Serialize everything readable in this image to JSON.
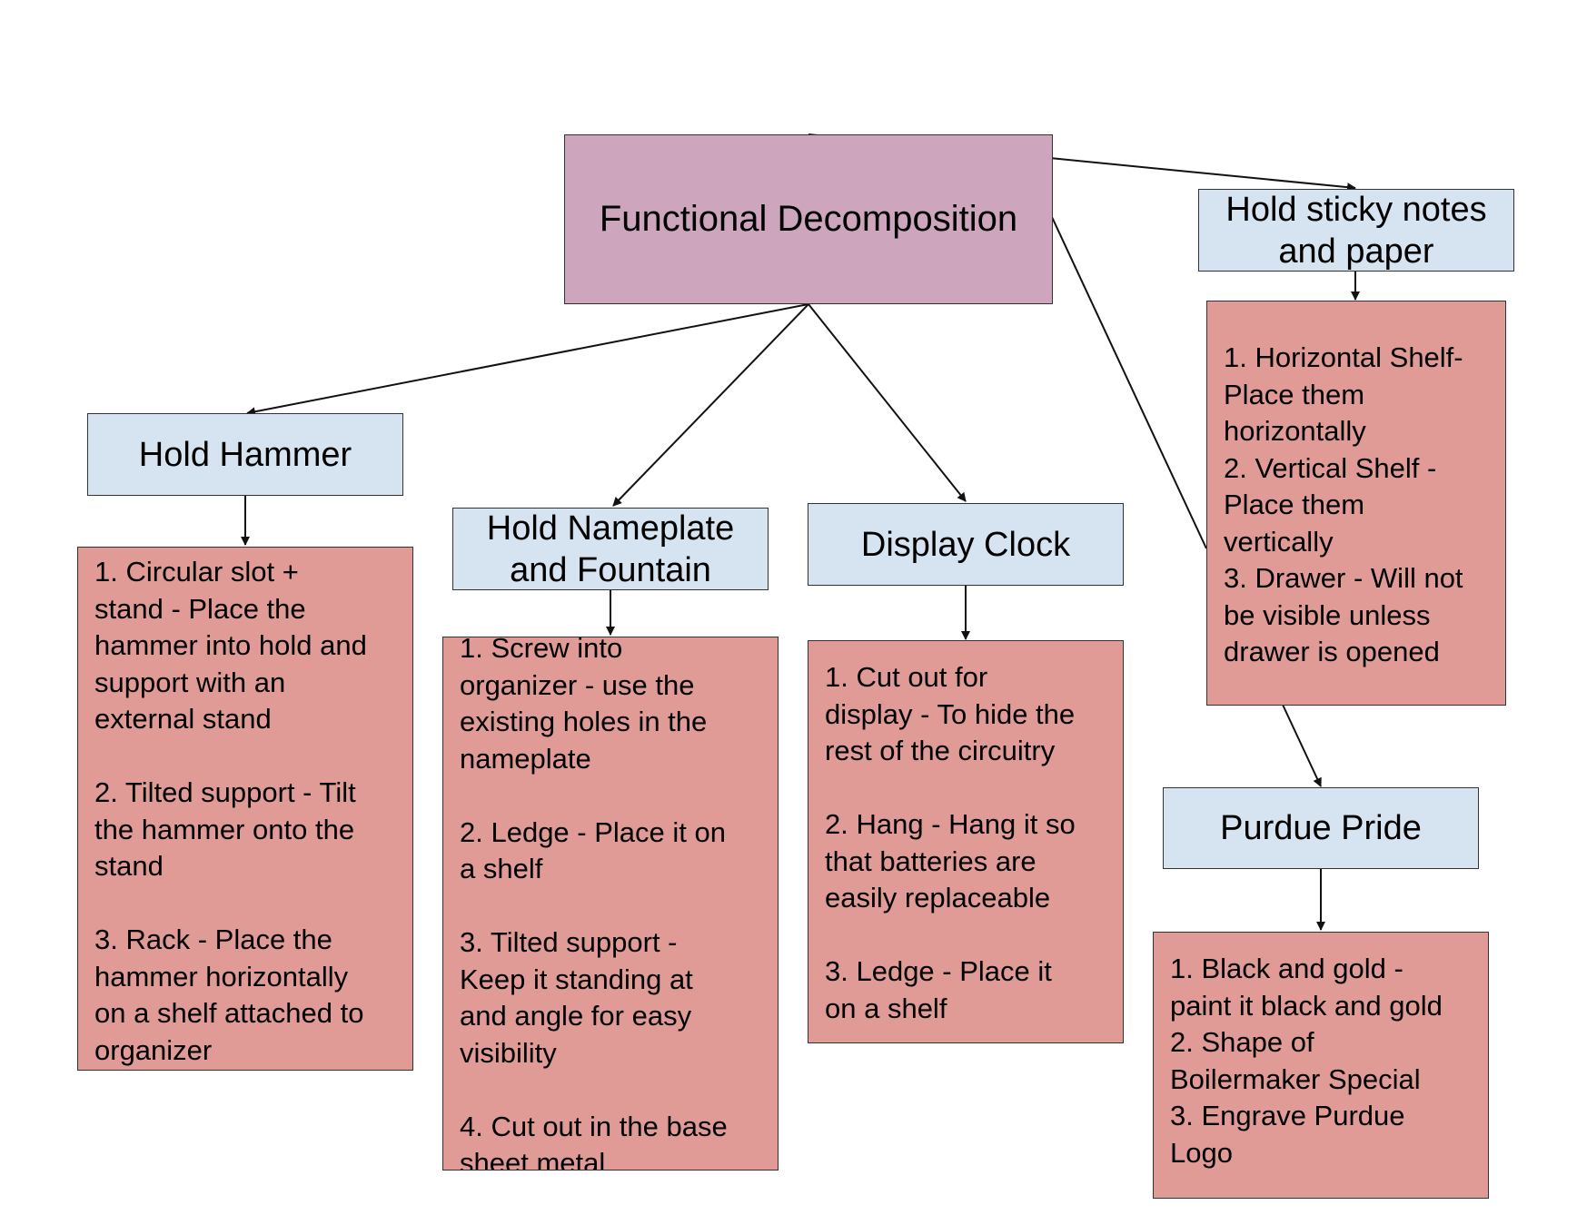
{
  "root": {
    "label": "Functional Decomposition"
  },
  "functions": {
    "hammer": {
      "label": "Hold Hammer"
    },
    "nameplate": {
      "label": [
        "Hold Nameplate",
        "and Fountain"
      ]
    },
    "clock": {
      "label": "Display Clock"
    },
    "notes": {
      "label": [
        "Hold sticky notes",
        "and paper"
      ]
    },
    "purdue": {
      "label": "Purdue Pride"
    }
  },
  "details": {
    "hammer": [
      "1. Circular slot +",
      "stand - Place the",
      "hammer into hold and",
      "support with an",
      "external stand",
      "",
      "2. Tilted support - Tilt",
      "the hammer onto the",
      "stand",
      "",
      "3. Rack - Place the",
      "hammer horizontally",
      "on a shelf attached to",
      "organizer"
    ],
    "nameplate": [
      "1. Screw into",
      "organizer - use the",
      "existing holes in the",
      "nameplate",
      "",
      "2. Ledge - Place it on",
      "a shelf",
      "",
      "3. Tilted support -",
      "Keep it standing at",
      "and angle for easy",
      "visibility",
      "",
      "4. Cut out in the base",
      "sheet metal"
    ],
    "clock": [
      "1. Cut out for",
      "display - To hide the",
      "rest of the circuitry",
      "",
      "2. Hang - Hang it so",
      "that batteries are",
      "easily replaceable",
      "",
      "3. Ledge - Place it",
      "on a shelf"
    ],
    "notes": [
      "1. Horizontal Shelf-",
      "Place them",
      "horizontally",
      "2. Vertical Shelf -",
      "Place them",
      "vertically",
      "3. Drawer - Will not",
      "be visible unless",
      "drawer is opened"
    ],
    "purdue": [
      "1. Black and gold -",
      "paint it black and gold",
      "2. Shape of",
      "Boilermaker Special",
      "3. Engrave Purdue",
      "Logo"
    ]
  },
  "colors": {
    "root_fill": "#cda6bd",
    "function_fill": "#d6e3f1",
    "detail_fill": "#e09b97",
    "border": "#333333"
  }
}
